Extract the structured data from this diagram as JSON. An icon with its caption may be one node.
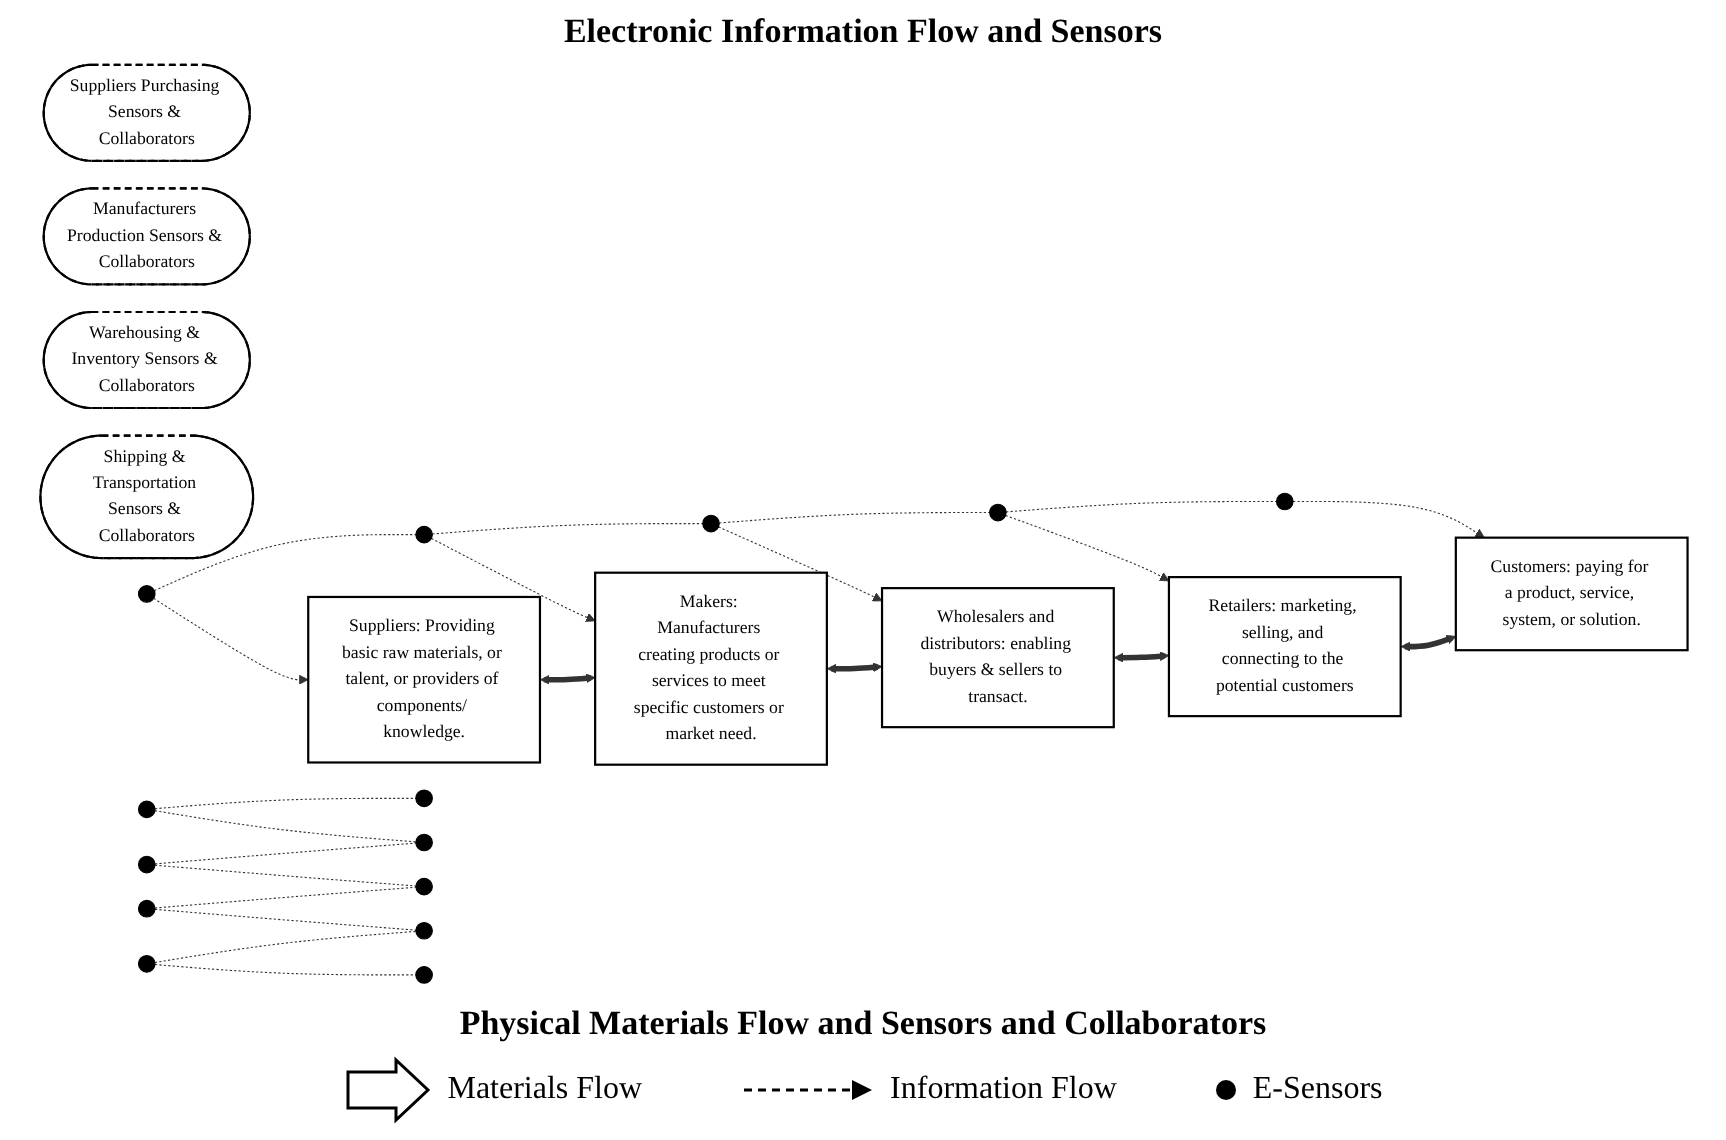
{
  "diagram": {
    "title": "Electronic Information Flow and Sensors",
    "caption": "Physical Materials Flow and Sensors and Collaborators",
    "nodes": [
      {
        "text": [
          "Suppliers: Providing basic raw materials, or talent, or providers of components/ knowledge."
        ]
      },
      {
        "text": [
          "Makers: Manufacturers creating products or services to meet specific customers or market need."
        ]
      },
      {
        "text": [
          "Wholesalers and distributors: enabling buyers & sellers to transact."
        ]
      },
      {
        "text": [
          "Retailers: marketing, selling, and connecting to the potential customers"
        ]
      },
      {
        "text": [
          "Customers: paying for a product, service, system, or solution."
        ]
      },
      {
        "text": [
          "Suppliers Purchasing Sensors & Collaborators"
        ]
      },
      {
        "text": [
          "Manufacturers Production Sensors & Collaborators"
        ]
      },
      {
        "text": [
          "Warehousing & Inventory Sensors & Collaborators"
        ]
      },
      {
        "text": [
          "Shipping & Transportation Sensors & Collaborators"
        ]
      },
      {
        "text": [],
        "shape": "circle"
      },
      {
        "text": [],
        "shape": "circle"
      },
      {
        "text": [],
        "shape": "circle"
      },
      {
        "text": [],
        "shape": "circle"
      },
      {
        "text": [],
        "shape": "circle"
      },
      {
        "text": [],
        "shape": "circle"
      },
      {
        "text": [],
        "shape": "circle"
      },
      {
        "text": [],
        "shape": "circle"
      },
      {
        "text": [],
        "shape": "circle"
      },
      {
        "text": [],
        "shape": "circle"
      },
      {
        "text": [],
        "shape": "circle"
      },
      {
        "text": [],
        "shape": "circle"
      },
      {
        "text": [],
        "shape": "circle"
      },
      {
        "text": [],
        "shape": "circle"
      }
    ],
    "edges": [
      {
        "from": 9,
        "to": 10,
        "arrow": "none",
        "style": "dashed"
      },
      {
        "from": 10,
        "to": 11,
        "arrow": "none",
        "style": "dashed"
      },
      {
        "from": 11,
        "to": 12,
        "arrow": "none",
        "style": "dashed"
      },
      {
        "from": 12,
        "to": 13,
        "arrow": "none",
        "style": "dashed"
      },
      {
        "from": 9,
        "to": 0,
        "arrow": "to",
        "style": "dashed"
      },
      {
        "from": 10,
        "to": 1,
        "arrow": "to",
        "style": "dashed"
      },
      {
        "from": 11,
        "to": 2,
        "arrow": "to",
        "style": "dashed"
      },
      {
        "from": 12,
        "to": 3,
        "arrow": "to",
        "style": "dashed"
      },
      {
        "from": 13,
        "to": 4,
        "arrow": "to",
        "style": "dashed"
      },
      {
        "from": 0,
        "to": 1,
        "arrow": "both",
        "style": "thick"
      },
      {
        "from": 1,
        "to": 2,
        "arrow": "both",
        "style": "thick"
      },
      {
        "from": 2,
        "to": 3,
        "arrow": "both",
        "style": "thick"
      },
      {
        "from": 3,
        "to": 4,
        "arrow": "both",
        "style": "thick"
      },
      {
        "from": 14,
        "to": 18,
        "arrow": "none",
        "style": "dashed"
      },
      {
        "from": 14,
        "to": 19,
        "arrow": "none",
        "style": "dashed"
      },
      {
        "from": 15,
        "to": 19,
        "arrow": "none",
        "style": "dashed"
      },
      {
        "from": 15,
        "to": 20,
        "arrow": "none",
        "style": "dashed"
      },
      {
        "from": 16,
        "to": 20,
        "arrow": "none",
        "style": "dashed"
      },
      {
        "from": 16,
        "to": 21,
        "arrow": "none",
        "style": "dashed"
      },
      {
        "from": 17,
        "to": 21,
        "arrow": "none",
        "style": "dashed"
      },
      {
        "from": 17,
        "to": 22,
        "arrow": "none",
        "style": "dashed"
      }
    ],
    "legend": [
      {
        "text": "Materials Flow"
      },
      {
        "text": "Information Flow"
      },
      {
        "text": "E-Sensors"
      }
    ]
  }
}
